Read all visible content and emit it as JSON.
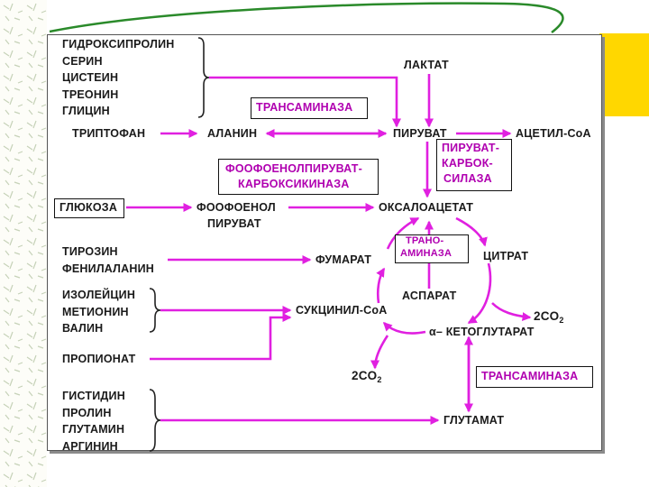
{
  "labels": {
    "lactate": "ЛАКТАТ",
    "tryptophan": "ТРИПТОФАН",
    "alanine": "АЛАНИН",
    "pyruvate": "ПИРУВАТ",
    "acetyl_coa": "АЦЕТИЛ-CoA",
    "glucose": "ГЛЮКОЗА",
    "pep_line1": "ФООФОЕНОЛ",
    "pep_line2": "ПИРУВАТ",
    "oxaloacetate": "ОКСАЛОАЦЕТАТ",
    "fumarate": "ФУМАРАТ",
    "citrate": "ЦИТРАТ",
    "aspartate": "АСПАРАТ",
    "succinyl_coa": "СУКЦИНИЛ-CoA",
    "co2_right_num": "2CO",
    "co2_right_sub": "2",
    "alpha_kg": "α– КЕТОГЛУТАРАТ",
    "propionate": "ПРОПИОНАТ",
    "co2_left_num": "2CO",
    "co2_left_sub": "2",
    "glutamate": "ГЛУТАМАТ"
  },
  "groups": {
    "group1": [
      "ГИДРОКСИПРОЛИН",
      "СЕРИН",
      "ЦИСТЕИН",
      "ТРЕОНИН",
      "ГЛИЦИН"
    ],
    "group2": [
      "ТИРОЗИН",
      "ФЕНИЛАЛАНИН"
    ],
    "group3": [
      "ИЗОЛЕЙЦИН",
      "МЕТИОНИН",
      "ВАЛИН"
    ],
    "group4": [
      "ГИСТИДИН",
      "ПРОЛИН",
      "ГЛУТАМИН",
      "АРГИНИН"
    ]
  },
  "enzymes": {
    "transaminase_top": "ТРАНСАМИНАЗА",
    "pepck_line1": "ФООФОЕНОЛПИРУВАТ-",
    "pepck_line2": "КАРБОКСИКИНАЗА",
    "pc_line1": "ПИРУВАТ-",
    "pc_line2": "КАРБОК-",
    "pc_line3": "СИЛАЗА",
    "trans_center_line1": "ТРАНО-",
    "trans_center_line2": "АМИНАЗА",
    "transaminase_bottom": "ТРАНСАМИНАЗА"
  },
  "colors": {
    "arrow": "#e020e0",
    "enzyme_text": "#b000b0",
    "accent_yellow": "#ffd700",
    "deco_green": "#2a8a2a"
  }
}
